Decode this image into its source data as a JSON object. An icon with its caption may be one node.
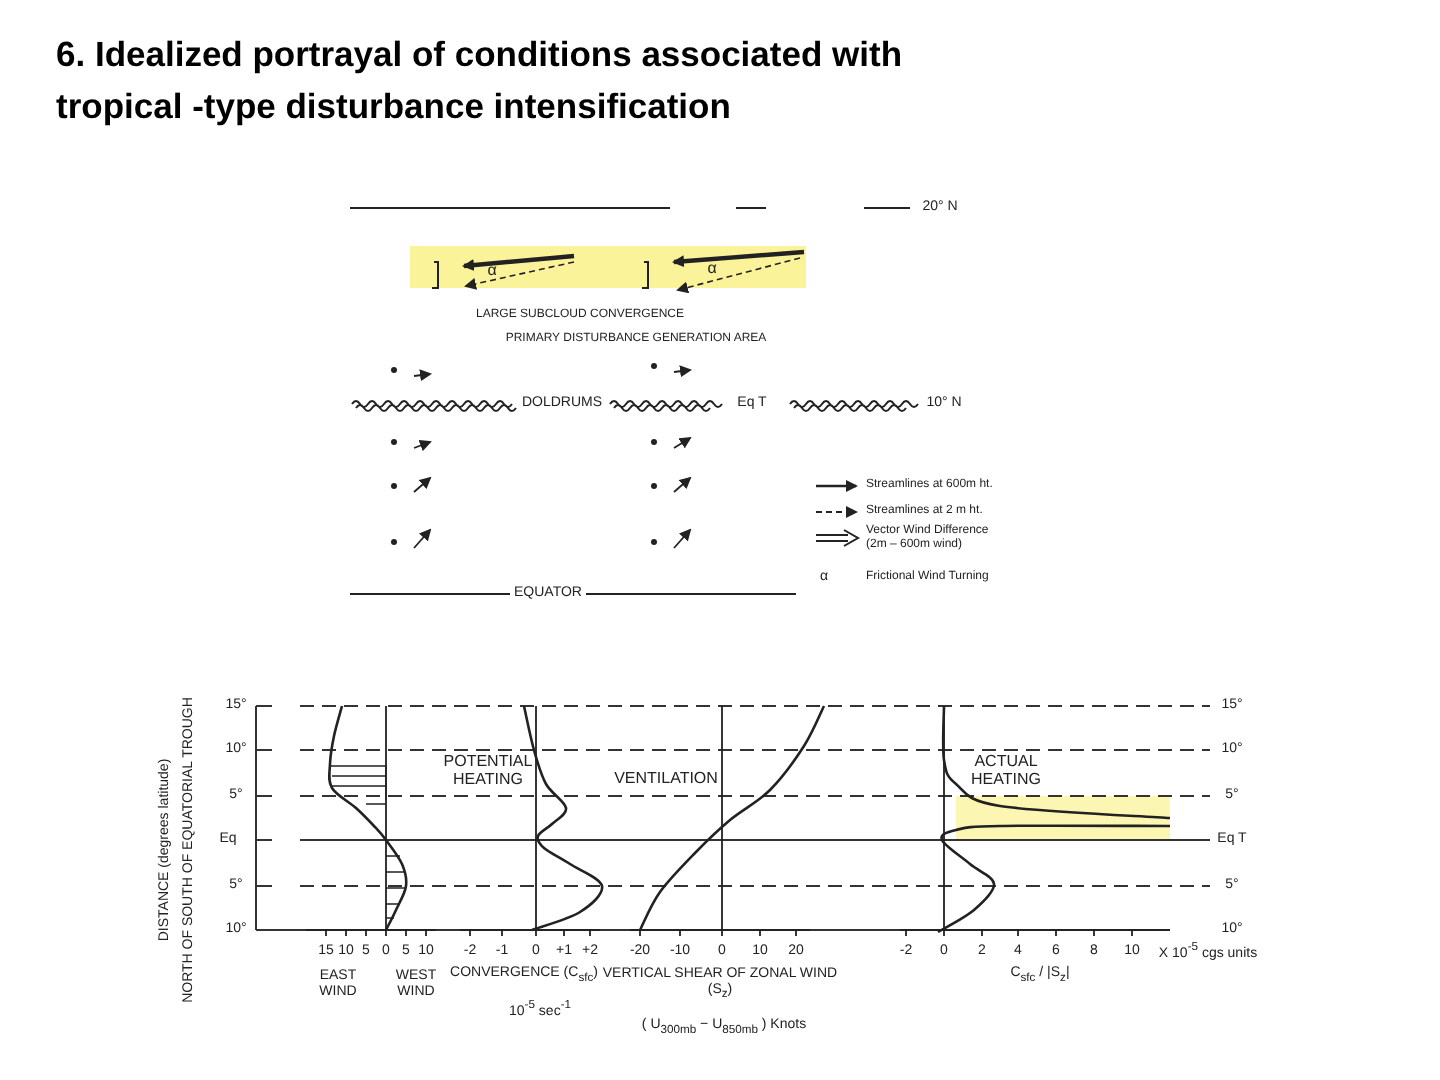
{
  "diagram": {
    "title": "6. Idealized portrayal of conditions associated with tropical -type disturbance intensification",
    "labels": [
      "20° N",
      "α",
      "α",
      "LARGE SUBCLOUD CONVERGENCE",
      "PRIMARY DISTURBANCE GENERATION AREA",
      "DOLDRUMS",
      "Eq T",
      "10° N",
      "EQUATOR",
      "DISTANCE (degrees latitude)",
      "NORTH OF SOUTH OF EQUATORIAL TROUGH",
      "15°",
      "10°",
      "5°",
      "Eq",
      "5°",
      "10°",
      "15°",
      "10°",
      "5°",
      "Eq T",
      "5°",
      "10°",
      "POTENTIAL HEATING",
      "VENTILATION",
      "ACTUAL HEATING",
      "15",
      "10",
      "5",
      "0",
      "5",
      "10",
      "EAST WIND",
      "WEST WIND",
      "-2",
      "-1",
      "0",
      "+1",
      "+2",
      "CONVERGENCE (C$_{sfc}$)",
      "10$^{-5}$ sec$^{-1}$",
      "-20",
      "-10",
      "0",
      "10",
      "20",
      "VERTICAL SHEAR OF ZONAL WIND (S$_{z}$)",
      "( U$_{300mb}$ − U$_{850mb}$ ) Knots",
      "-2",
      "0",
      "2",
      "4",
      "6",
      "8",
      "10",
      "X 10$^{-5}$ cgs units",
      "C$_{sfc}$ / |S$_{z}$|",
      "α"
    ],
    "legend": [
      {
        "text": "Streamlines at 600m ht."
      },
      {
        "text": "Streamlines at 2 m ht."
      },
      {
        "text": "Vector Wind Difference (2m – 600m wind)"
      },
      {
        "text": "Frictional Wind Turning"
      }
    ]
  }
}
